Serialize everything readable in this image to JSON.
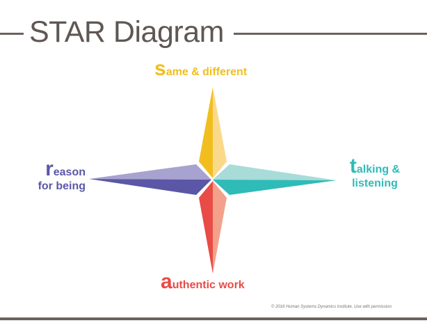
{
  "title": "STAR Diagram",
  "colors": {
    "rule": "#6b625d",
    "top_left": "#f1be1e",
    "top_right": "#fbd98b",
    "right_top": "#a8dcd9",
    "right_bottom": "#2fbbb7",
    "bottom_right": "#f4a18c",
    "bottom_left": "#e94b46",
    "left_top": "#a8a2d0",
    "left_bottom": "#5b57a6"
  },
  "points": {
    "top": {
      "initial": "s",
      "rest": "ame & different",
      "color": "#f1be1e"
    },
    "right": {
      "initial": "t",
      "rest": "alking &",
      "line2": "listening",
      "color": "#2fbbb7"
    },
    "bottom": {
      "initial": "a",
      "rest": "uthentic work",
      "color": "#e94b46"
    },
    "left": {
      "initial": "r",
      "rest": "eason",
      "line2": "for being",
      "color": "#5b57a6"
    }
  },
  "copyright": "© 2016 Human Systems Dynamics Institute. Use with permission."
}
